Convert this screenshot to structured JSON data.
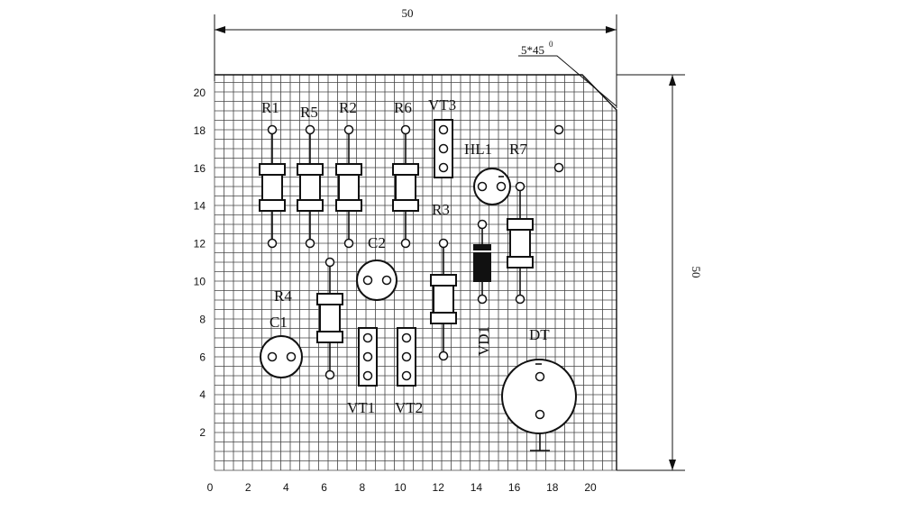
{
  "drawing": {
    "top_dimension": "50",
    "right_dimension": "50",
    "chamfer_note": "5*45",
    "chamfer_degree": "0"
  },
  "axis": {
    "x_ticks": [
      "0",
      "2",
      "4",
      "6",
      "8",
      "10",
      "12",
      "14",
      "16",
      "18",
      "20"
    ],
    "y_ticks": [
      "2",
      "4",
      "6",
      "8",
      "10",
      "12",
      "14",
      "16",
      "18",
      "20"
    ]
  },
  "components": {
    "R1": "R1",
    "R5": "R5",
    "R2": "R2",
    "R6": "R6",
    "VT3": "VT3",
    "HL1": "HL1",
    "R7": "R7",
    "R3": "R3",
    "C2": "C2",
    "R4": "R4",
    "C1": "C1",
    "VD1": "VD1",
    "DT": "DT",
    "VT1": "VT1",
    "VT2": "VT2"
  }
}
